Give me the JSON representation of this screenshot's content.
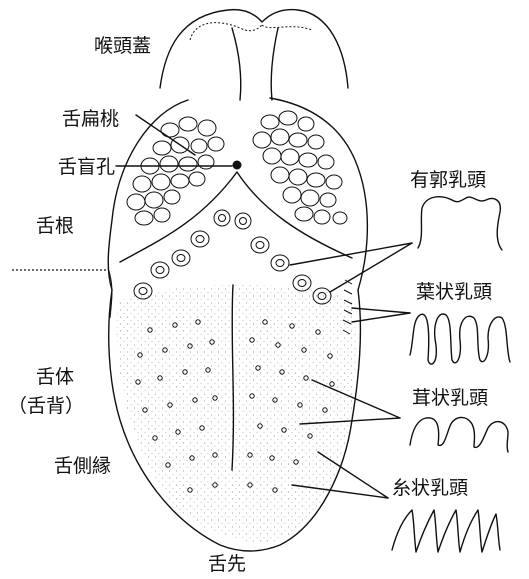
{
  "labels": {
    "epiglottis": "喉頭蓋",
    "lingual_tonsil": "舌扁桃",
    "foramen_cecum": "舌盲孔",
    "root": "舌根",
    "body": "舌体",
    "body_alt": "（舌背）",
    "lateral_margin": "舌側縁",
    "tip": "舌先",
    "circumvallate": "有郭乳頭",
    "foliate": "葉状乳頭",
    "fungiform": "茸状乳頭",
    "filiform": "糸状乳頭"
  }
}
